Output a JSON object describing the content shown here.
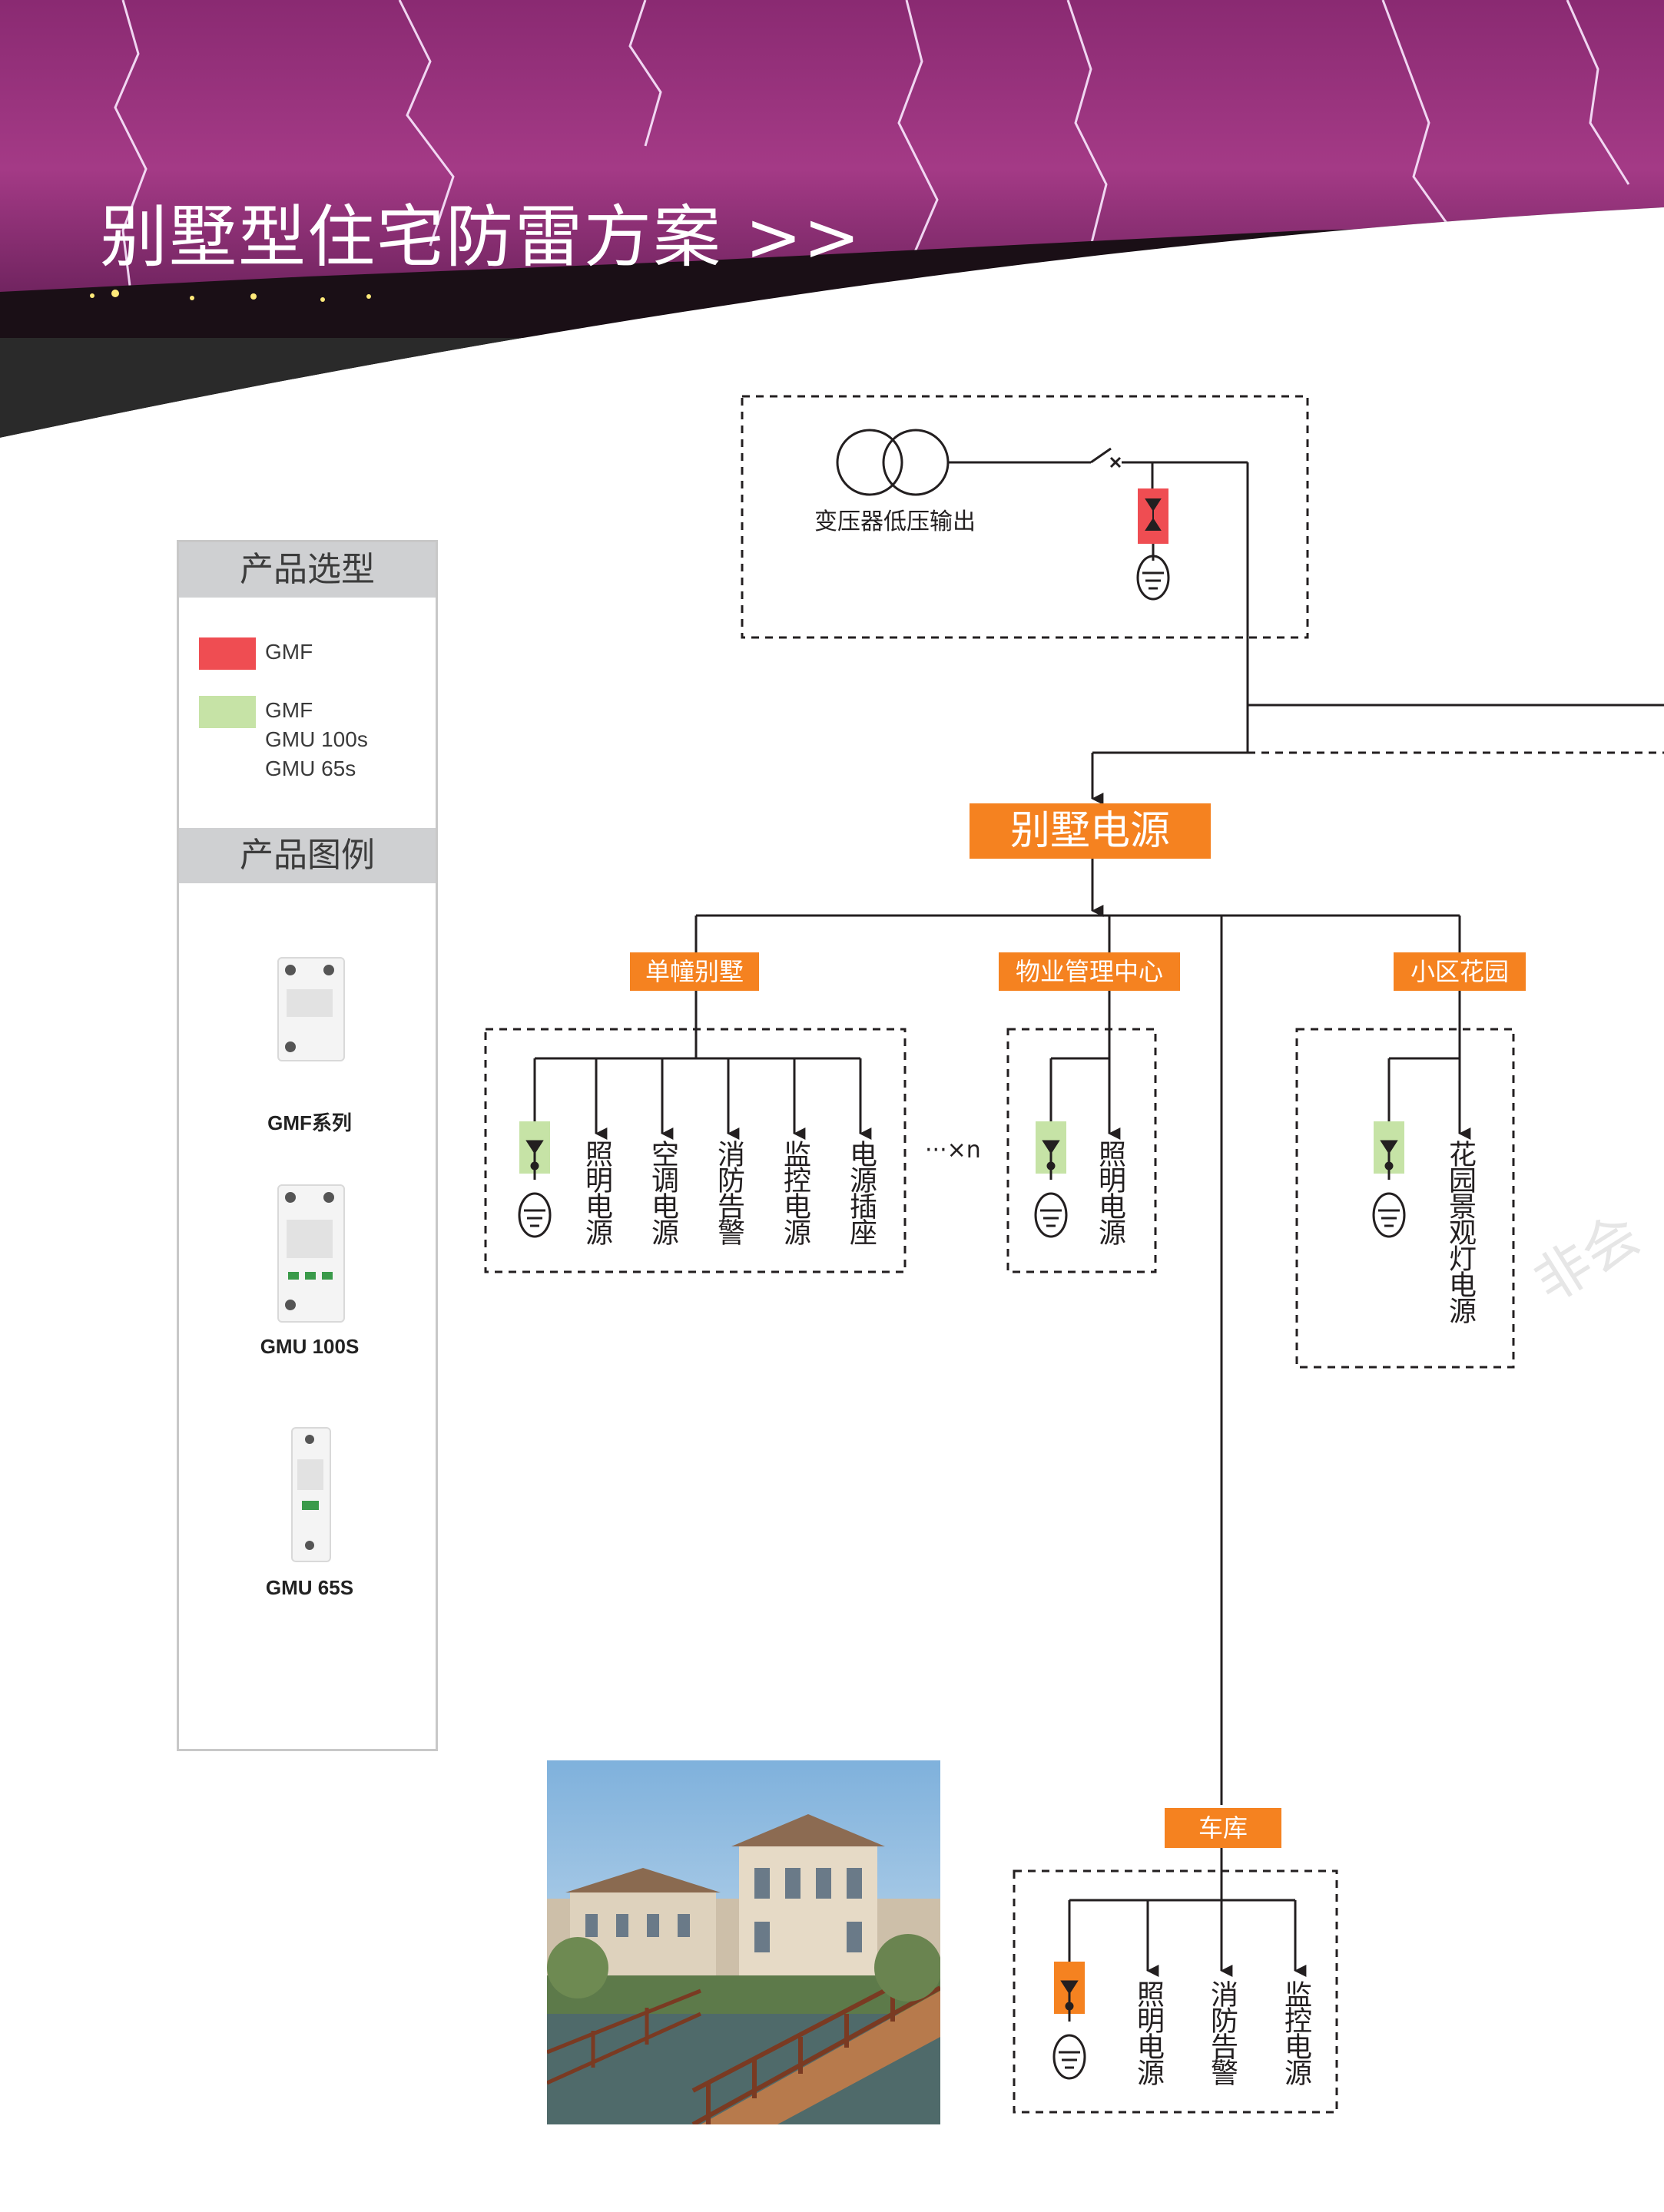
{
  "title": "别墅型住宅防雷方案 >>",
  "transformer": {
    "label": "变压器低压输出"
  },
  "main_node": "别墅电源",
  "branches": {
    "single_villa": {
      "label": "单幢别墅",
      "outputs": [
        "照明电源",
        "空调电源",
        "消防告警",
        "监控电源",
        "电源插座"
      ]
    },
    "repeat_note": "···×n",
    "property_center": {
      "label": "物业管理中心",
      "outputs": [
        "照明电源"
      ]
    },
    "garden": {
      "label": "小区花园",
      "outputs": [
        "花园景观灯电源"
      ]
    },
    "garage": {
      "label": "车库",
      "outputs": [
        "照明电源",
        "消防告警",
        "监控电源"
      ]
    }
  },
  "legend": {
    "selection_title": "产品选型",
    "items": [
      {
        "color": "#ef4d52",
        "lines": [
          "GMF"
        ]
      },
      {
        "color": "#c6e3a6",
        "lines": [
          "GMF",
          "GMU 100s",
          "GMU 65s"
        ]
      }
    ],
    "examples_title": "产品图例",
    "devices": [
      "GMF系列",
      "GMU 100S",
      "GMU 65S"
    ]
  },
  "watermark": "非会",
  "colors": {
    "orange": "#f58220",
    "red_spd": "#ef4d52",
    "green_spd": "#c6e3a6",
    "line": "#231f20"
  }
}
